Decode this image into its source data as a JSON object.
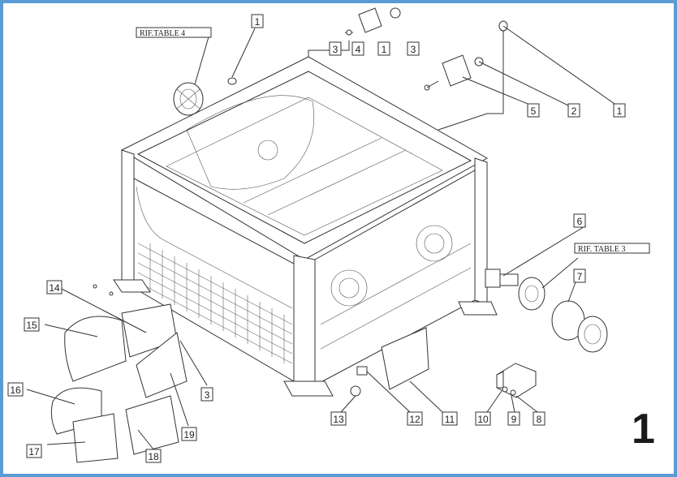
{
  "sheet_number": "1",
  "ref_labels": [
    "RIF.TABLE 4",
    "RIF. TABLE 3"
  ],
  "callouts": [
    "1",
    "3",
    "4",
    "1",
    "3",
    "5",
    "2",
    "1",
    "6",
    "7",
    "14",
    "15",
    "3",
    "16",
    "19",
    "17",
    "18",
    "13",
    "12",
    "11",
    "10",
    "9",
    "8"
  ],
  "colors": {
    "frame": "#5b9bd5",
    "ink": "#333333",
    "paper": "#ffffff"
  }
}
